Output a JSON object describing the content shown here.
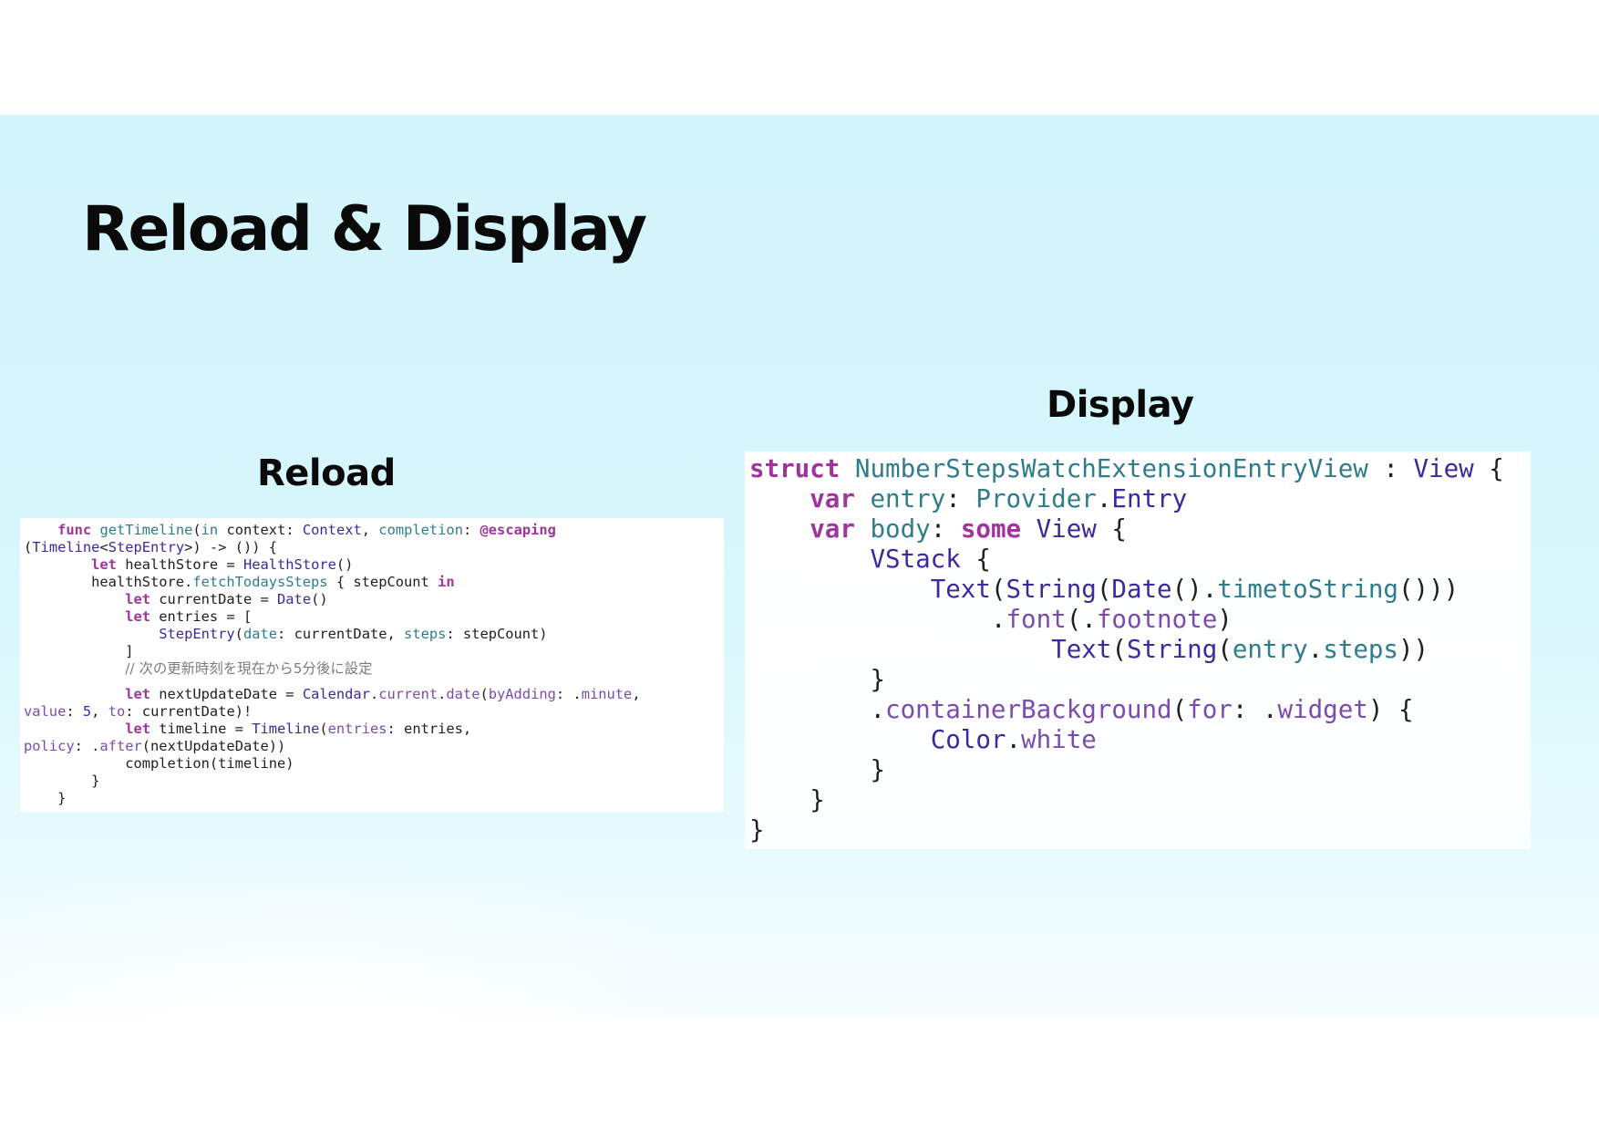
{
  "slide": {
    "title": "Reload & Display",
    "reload_heading": "Reload",
    "display_heading": "Display"
  },
  "reload_code": {
    "lines": [
      [
        {
          "text": "    "
        },
        {
          "text": "func",
          "cls": "k"
        },
        {
          "text": " "
        },
        {
          "text": "getTimeline",
          "cls": "f"
        },
        {
          "text": "("
        },
        {
          "text": "in",
          "cls": "f"
        },
        {
          "text": " context: "
        },
        {
          "text": "Context",
          "cls": "t"
        },
        {
          "text": ", "
        },
        {
          "text": "completion",
          "cls": "f"
        },
        {
          "text": ": "
        },
        {
          "text": "@escaping",
          "cls": "k"
        }
      ],
      [
        {
          "text": "("
        },
        {
          "text": "Timeline",
          "cls": "t"
        },
        {
          "text": "<"
        },
        {
          "text": "StepEntry",
          "cls": "t"
        },
        {
          "text": ">) -> ()) {"
        }
      ],
      [
        {
          "text": "        "
        },
        {
          "text": "let",
          "cls": "k"
        },
        {
          "text": " healthStore = "
        },
        {
          "text": "HealthStore",
          "cls": "t"
        },
        {
          "text": "()"
        }
      ],
      [
        {
          "text": "        healthStore."
        },
        {
          "text": "fetchTodaysSteps",
          "cls": "f"
        },
        {
          "text": " { stepCount "
        },
        {
          "text": "in",
          "cls": "k"
        }
      ],
      [
        {
          "text": "            "
        },
        {
          "text": "let",
          "cls": "k"
        },
        {
          "text": " currentDate = "
        },
        {
          "text": "Date",
          "cls": "t"
        },
        {
          "text": "()"
        }
      ],
      [
        {
          "text": "            "
        },
        {
          "text": "let",
          "cls": "k"
        },
        {
          "text": " entries = ["
        }
      ],
      [
        {
          "text": "                "
        },
        {
          "text": "StepEntry",
          "cls": "t"
        },
        {
          "text": "("
        },
        {
          "text": "date",
          "cls": "f"
        },
        {
          "text": ": currentDate, "
        },
        {
          "text": "steps",
          "cls": "f"
        },
        {
          "text": ": stepCount)"
        }
      ],
      [
        {
          "text": "            ]"
        }
      ],
      [
        {
          "text": "            "
        },
        {
          "text": "// 次の更新時刻を現在から5分後に設定",
          "cls": "c"
        }
      ],
      [
        {
          "text": "            "
        },
        {
          "text": "let",
          "cls": "k"
        },
        {
          "text": " nextUpdateDate = "
        },
        {
          "text": "Calendar",
          "cls": "t"
        },
        {
          "text": "."
        },
        {
          "text": "current",
          "cls": "m"
        },
        {
          "text": "."
        },
        {
          "text": "date",
          "cls": "m"
        },
        {
          "text": "("
        },
        {
          "text": "byAdding",
          "cls": "m"
        },
        {
          "text": ": ."
        },
        {
          "text": "minute",
          "cls": "m"
        },
        {
          "text": ","
        }
      ],
      [
        {
          "text": "value",
          "cls": "m"
        },
        {
          "text": ": "
        },
        {
          "text": "5",
          "cls": "n"
        },
        {
          "text": ", "
        },
        {
          "text": "to",
          "cls": "m"
        },
        {
          "text": ": currentDate)!"
        }
      ],
      [
        {
          "text": "            "
        },
        {
          "text": "let",
          "cls": "k"
        },
        {
          "text": " timeline = "
        },
        {
          "text": "Timeline",
          "cls": "t"
        },
        {
          "text": "("
        },
        {
          "text": "entries",
          "cls": "m"
        },
        {
          "text": ": entries,"
        }
      ],
      [
        {
          "text": "policy",
          "cls": "m"
        },
        {
          "text": ": ."
        },
        {
          "text": "after",
          "cls": "m"
        },
        {
          "text": "(nextUpdateDate))"
        }
      ],
      [
        {
          "text": "            completion(timeline)"
        }
      ],
      [
        {
          "text": "        }"
        }
      ],
      [
        {
          "text": "    }"
        }
      ]
    ]
  },
  "display_code": {
    "lines": [
      [
        {
          "text": "struct",
          "cls": "k"
        },
        {
          "text": " "
        },
        {
          "text": "NumberStepsWatchExtensionEntryView",
          "cls": "f"
        },
        {
          "text": " : "
        },
        {
          "text": "View",
          "cls": "t"
        },
        {
          "text": " {"
        }
      ],
      [
        {
          "text": "    "
        },
        {
          "text": "var",
          "cls": "k"
        },
        {
          "text": " "
        },
        {
          "text": "entry",
          "cls": "f"
        },
        {
          "text": ": "
        },
        {
          "text": "Provider",
          "cls": "f"
        },
        {
          "text": "."
        },
        {
          "text": "Entry",
          "cls": "t"
        }
      ],
      [
        {
          "text": "    "
        },
        {
          "text": "var",
          "cls": "k"
        },
        {
          "text": " "
        },
        {
          "text": "body",
          "cls": "f"
        },
        {
          "text": ": "
        },
        {
          "text": "some",
          "cls": "k"
        },
        {
          "text": " "
        },
        {
          "text": "View",
          "cls": "t"
        },
        {
          "text": " {"
        }
      ],
      [
        {
          "text": "        "
        },
        {
          "text": "VStack",
          "cls": "t"
        },
        {
          "text": " {"
        }
      ],
      [
        {
          "text": "            "
        },
        {
          "text": "Text",
          "cls": "t"
        },
        {
          "text": "("
        },
        {
          "text": "String",
          "cls": "t"
        },
        {
          "text": "("
        },
        {
          "text": "Date",
          "cls": "t"
        },
        {
          "text": "()."
        },
        {
          "text": "timetoString",
          "cls": "f"
        },
        {
          "text": "()))"
        }
      ],
      [
        {
          "text": "                ."
        },
        {
          "text": "font",
          "cls": "m"
        },
        {
          "text": "(."
        },
        {
          "text": "footnote",
          "cls": "m"
        },
        {
          "text": ")"
        }
      ],
      [
        {
          "text": "                    "
        },
        {
          "text": "Text",
          "cls": "t"
        },
        {
          "text": "("
        },
        {
          "text": "String",
          "cls": "t"
        },
        {
          "text": "("
        },
        {
          "text": "entry",
          "cls": "f"
        },
        {
          "text": "."
        },
        {
          "text": "steps",
          "cls": "f"
        },
        {
          "text": "))"
        }
      ],
      [
        {
          "text": "        }"
        }
      ],
      [
        {
          "text": "        ."
        },
        {
          "text": "containerBackground",
          "cls": "m"
        },
        {
          "text": "("
        },
        {
          "text": "for",
          "cls": "m"
        },
        {
          "text": ": ."
        },
        {
          "text": "widget",
          "cls": "m"
        },
        {
          "text": ") {"
        }
      ],
      [
        {
          "text": "            "
        },
        {
          "text": "Color",
          "cls": "t"
        },
        {
          "text": "."
        },
        {
          "text": "white",
          "cls": "m"
        }
      ],
      [
        {
          "text": "        }"
        }
      ],
      [
        {
          "text": "    }"
        }
      ],
      [
        {
          "text": "}"
        }
      ]
    ]
  },
  "colors": {
    "keyword": "#a0349c",
    "type": "#3a2aa0",
    "function": "#2f7d8c",
    "member": "#7b4bb0",
    "number": "#2a2ad0",
    "comment": "#7c7c7c",
    "background": "#d2f4fb"
  }
}
